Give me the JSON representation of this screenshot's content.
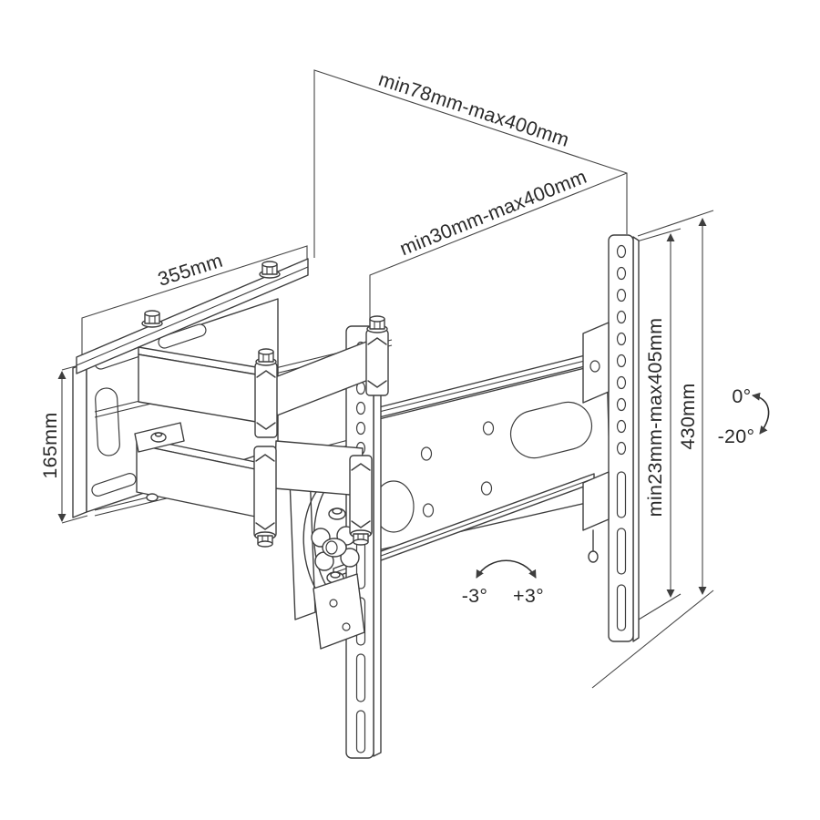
{
  "drawing": {
    "description": "Technical line drawing of an articulating full-motion TV wall mount bracket with dimension and angle annotations"
  },
  "colors": {
    "background": "#ffffff",
    "line": "#3e3e3e",
    "text": "#2a2a2a"
  },
  "dimension_labels": {
    "depth_outer": "min78mm-max400mm",
    "depth_inner": "min30mm-max400mm",
    "wall_plate_width": "355mm",
    "wall_plate_height": "165mm",
    "vesa_height_range": "min23mm-max405mm",
    "rail_height": "430mm"
  },
  "angle_labels": {
    "tilt_upper": "0°",
    "tilt_lower": "-20°",
    "swivel_left": "-3°",
    "swivel_right": "+3°"
  }
}
